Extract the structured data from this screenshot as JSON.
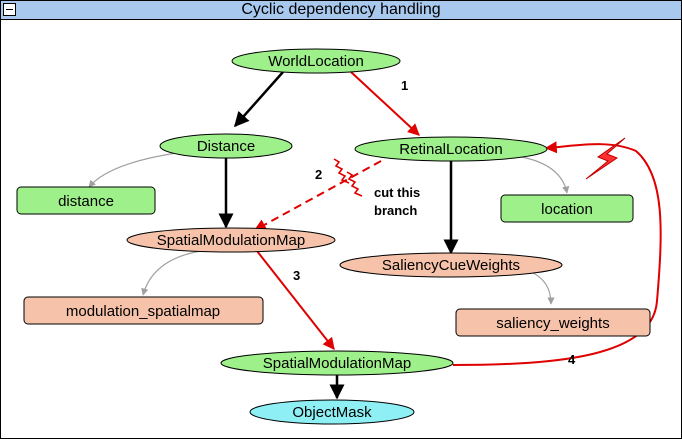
{
  "window": {
    "title": "Cyclic dependency handling"
  },
  "nodes": {
    "worldlocation": "WorldLocation",
    "distance_op": "Distance",
    "retinal": "RetinalLocation",
    "distance_out": "distance",
    "location_out": "location",
    "spatial1": "SpatialModulationMap",
    "saliency_cue": "SaliencyCueWeights",
    "modulation_out": "modulation_spatialmap",
    "saliency_out": "saliency_weights",
    "spatial2": "SpatialModulationMap",
    "objectmask": "ObjectMask"
  },
  "labels": {
    "l1": "1",
    "l2": "2",
    "l3": "3",
    "l4": "4",
    "cut1": "cut this",
    "cut2": "branch"
  },
  "colors": {
    "operator_fill": "#9ef08a",
    "output_fill": "#f6c3aa",
    "objectmask_fill": "#8ef0f4",
    "cycle_edge": "#e00000",
    "plain_edge": "#000000",
    "weak_edge": "#a0a0a0",
    "titlebar": "#a8c8ee"
  }
}
